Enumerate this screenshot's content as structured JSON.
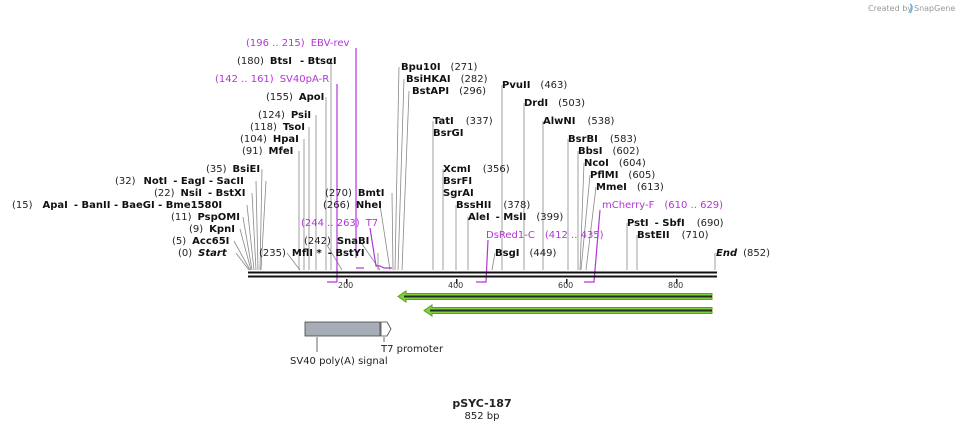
{
  "credit": {
    "prefix": "Created by",
    "brand": "SnapGene"
  },
  "map": {
    "name": "pSYC-187",
    "length_label": "852 bp",
    "axis_ticks": [
      "200",
      "400",
      "600",
      "800"
    ],
    "start": {
      "pos": "(0)",
      "name": "Start"
    },
    "end": {
      "pos": "(852)",
      "name": "End"
    }
  },
  "sites": [
    {
      "id": "acc65i",
      "pos": "(5)",
      "name": "Acc65I"
    },
    {
      "id": "kpni",
      "pos": "(9)",
      "name": "KpnI"
    },
    {
      "id": "pspomi",
      "pos": "(11)",
      "name": "PspOMI"
    },
    {
      "id": "apai",
      "pos": "(15)",
      "name": "ApaI",
      "extra": "- BanII   - BaeGI   - Bme1580I"
    },
    {
      "id": "nsii",
      "pos": "(22)",
      "name": "NsiI",
      "extra": "- BstXI"
    },
    {
      "id": "noti",
      "pos": "(32)",
      "name": "NotI",
      "extra": "- EagI   - SacII"
    },
    {
      "id": "bsiei",
      "pos": "(35)",
      "name": "BsiEI"
    },
    {
      "id": "mfei",
      "pos": "(91)",
      "name": "MfeI"
    },
    {
      "id": "hpai",
      "pos": "(104)",
      "name": "HpaI"
    },
    {
      "id": "tsoi",
      "pos": "(118)",
      "name": "TsoI"
    },
    {
      "id": "psii",
      "pos": "(124)",
      "name": "PsiI"
    },
    {
      "id": "apoi",
      "pos": "(155)",
      "name": "ApoI"
    },
    {
      "id": "btsi",
      "pos": "(180)",
      "name": "BtsI",
      "extra": "- BtsαI"
    },
    {
      "id": "mfli",
      "pos": "(235)",
      "name": "MflI *",
      "extra": "- BstYI"
    },
    {
      "id": "snabi",
      "pos": "(242)",
      "name": "SnaBI"
    },
    {
      "id": "nhei",
      "pos": "(266)",
      "name": "NheI"
    },
    {
      "id": "bmti",
      "pos": "(270)",
      "name": "BmtI"
    },
    {
      "id": "bpu10i",
      "pos": "(271)",
      "name": "Bpu10I"
    },
    {
      "id": "bsihkai",
      "pos": "(282)",
      "name": "BsiHKAI"
    },
    {
      "id": "bstapi",
      "pos": "(296)",
      "name": "BstAPI"
    },
    {
      "id": "tati",
      "pos": "(337)",
      "name": "TatI"
    },
    {
      "id": "bsrgi",
      "pos": "",
      "name": "BsrGI"
    },
    {
      "id": "xcmi",
      "pos": "(356)",
      "name": "XcmI"
    },
    {
      "id": "bsrfi",
      "pos": "",
      "name": "BsrFI"
    },
    {
      "id": "sgrai",
      "pos": "",
      "name": "SgrAI"
    },
    {
      "id": "bsshii",
      "pos": "(378)",
      "name": "BssHII"
    },
    {
      "id": "alei",
      "pos": "(399)",
      "name": "AleI",
      "extra": "- MslI"
    },
    {
      "id": "bsgi",
      "pos": "(449)",
      "name": "BsgI"
    },
    {
      "id": "pvuii",
      "pos": "(463)",
      "name": "PvuII"
    },
    {
      "id": "drdi",
      "pos": "(503)",
      "name": "DrdI"
    },
    {
      "id": "alwni",
      "pos": "(538)",
      "name": "AlwNI"
    },
    {
      "id": "bsrbi",
      "pos": "(583)",
      "name": "BsrBI"
    },
    {
      "id": "bbsi",
      "pos": "(602)",
      "name": "BbsI"
    },
    {
      "id": "ncoi",
      "pos": "(604)",
      "name": "NcoI"
    },
    {
      "id": "pflmi",
      "pos": "(605)",
      "name": "PflMI"
    },
    {
      "id": "mmei",
      "pos": "(613)",
      "name": "MmeI"
    },
    {
      "id": "psti",
      "pos": "(690)",
      "name": "PstI",
      "extra": "- SbfI"
    },
    {
      "id": "bsteii",
      "pos": "(710)",
      "name": "BstEII"
    }
  ],
  "primers": [
    {
      "id": "ebv-rev",
      "range": "(196 .. 215)",
      "name": "EBV-rev"
    },
    {
      "id": "sv40pa-r",
      "range": "(142 .. 161)",
      "name": "SV40pA-R"
    },
    {
      "id": "t7",
      "range": "(244 .. 263)",
      "name": "T7"
    },
    {
      "id": "dsred1-c",
      "range": "(412 .. 435)",
      "name": "DsRed1-C"
    },
    {
      "id": "mcherry-f",
      "range": "(610 .. 629)",
      "name": "mCherry-F"
    }
  ],
  "features": [
    {
      "id": "sv40-polya",
      "name": "SV40 poly(A) signal"
    },
    {
      "id": "t7-promoter",
      "name": "T7 promoter"
    }
  ],
  "colors": {
    "primer": "#b335d8",
    "orf_fill": "#7fd13b",
    "feature_box": "#a7adb6",
    "backbone": "#111111"
  }
}
